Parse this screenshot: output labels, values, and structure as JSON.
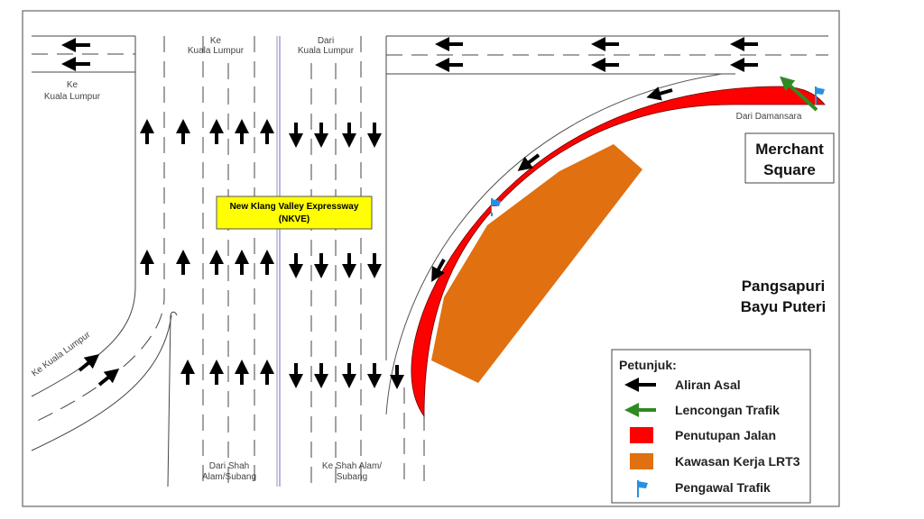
{
  "labels": {
    "top_left_1": "Ke",
    "top_left_2": "Kuala Lumpur",
    "ke_kl_1": "Ke",
    "ke_kl_2": "Kuala Lumpur",
    "dari_kl_1": "Dari",
    "dari_kl_2": "Kuala Lumpur",
    "ramp_left": "Ke Kuala Lumpur",
    "dari_shah_1": "Dari Shah",
    "dari_shah_2": "Alam/Subang",
    "ke_shah_1": "Ke Shah Alam/",
    "ke_shah_2": "Subang",
    "dari_damansara": "Dari Damansara",
    "nkve_1": "New Klang Valley Expressway",
    "nkve_2": "(NKVE)",
    "merchant_1": "Merchant",
    "merchant_2": "Square",
    "pangsapuri_1": "Pangsapuri",
    "pangsapuri_2": "Bayu Puteri"
  },
  "legend": {
    "title": "Petunjuk:",
    "items": [
      {
        "label": "Aliran Asal",
        "icon": "black-arrow-icon",
        "color": "#000000"
      },
      {
        "label": "Lencongan Trafik",
        "icon": "green-arrow-icon",
        "color": "#2e8b22"
      },
      {
        "label": "Penutupan Jalan",
        "icon": "red-block-icon",
        "color": "#ff0000"
      },
      {
        "label": "Kawasan Kerja LRT3",
        "icon": "orange-block-icon",
        "color": "#e07010"
      },
      {
        "label": "Pengawal Trafik",
        "icon": "blue-flag-icon",
        "color": "#2a8fe0"
      }
    ]
  },
  "colors": {
    "closure": "#ff0000",
    "work_area": "#e07010",
    "label_bg": "#ffff00",
    "detour": "#2e8b22",
    "flag": "#2a8fe0"
  }
}
